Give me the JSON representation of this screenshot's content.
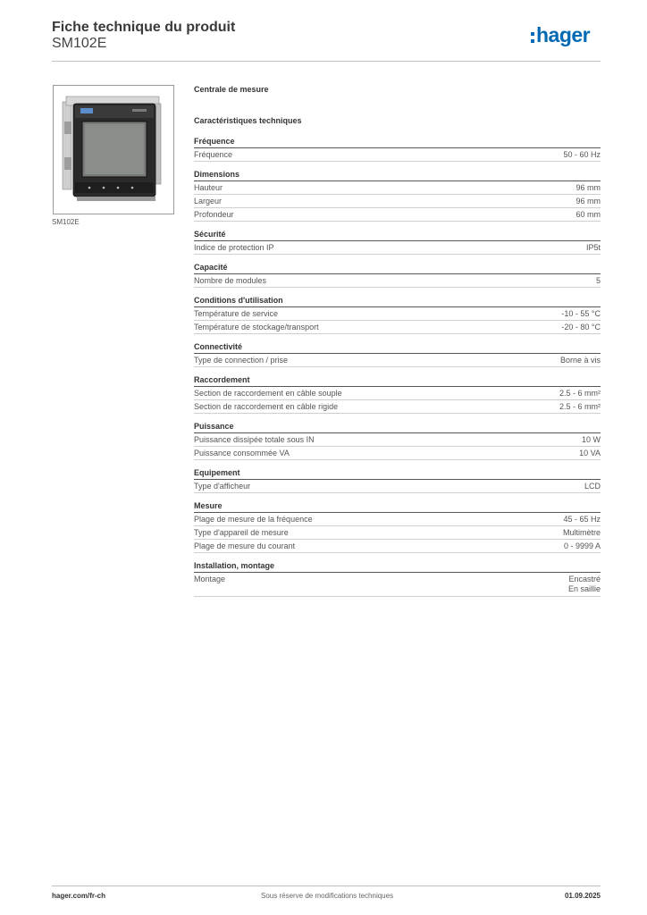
{
  "header": {
    "title": "Fiche technique du produit",
    "subtitle": "SM102E",
    "logo_text": "hager",
    "logo_color": "#0069b4"
  },
  "product": {
    "image_caption": "SM102E",
    "type": "Centrale de mesure",
    "tech_heading": "Caractéristiques techniques"
  },
  "sections": [
    {
      "title": "Fréquence",
      "rows": [
        {
          "label": "Fréquence",
          "value": "50 - 60 Hz"
        }
      ]
    },
    {
      "title": "Dimensions",
      "rows": [
        {
          "label": "Hauteur",
          "value": "96 mm"
        },
        {
          "label": "Largeur",
          "value": "96 mm"
        },
        {
          "label": "Profondeur",
          "value": "60 mm"
        }
      ]
    },
    {
      "title": "Sécurité",
      "rows": [
        {
          "label": "Indice de protection IP",
          "value": "IP5t"
        }
      ]
    },
    {
      "title": "Capacité",
      "rows": [
        {
          "label": "Nombre de modules",
          "value": "5"
        }
      ]
    },
    {
      "title": "Conditions d'utilisation",
      "rows": [
        {
          "label": "Température de service",
          "value": "-10 - 55 °C"
        },
        {
          "label": "Température de stockage/transport",
          "value": "-20 - 80 °C"
        }
      ]
    },
    {
      "title": "Connectivité",
      "rows": [
        {
          "label": "Type de connection / prise",
          "value": "Borne à vis"
        }
      ]
    },
    {
      "title": "Raccordement",
      "rows": [
        {
          "label": "Section de raccordement en câble souple",
          "value": "2.5 - 6 mm²"
        },
        {
          "label": "Section de raccordement en câble rigide",
          "value": "2.5 - 6 mm²"
        }
      ]
    },
    {
      "title": "Puissance",
      "rows": [
        {
          "label": "Puissance dissipée totale sous IN",
          "value": "10 W"
        },
        {
          "label": "Puissance consommée VA",
          "value": "10 VA"
        }
      ]
    },
    {
      "title": "Equipement",
      "rows": [
        {
          "label": "Type d'afficheur",
          "value": "LCD"
        }
      ]
    },
    {
      "title": "Mesure",
      "rows": [
        {
          "label": "Plage de mesure de la fréquence",
          "value": "45 - 65 Hz"
        },
        {
          "label": "Type d'appareil de mesure",
          "value": "Multimètre"
        },
        {
          "label": "Plage de mesure du courant",
          "value": "0 - 9999 A"
        }
      ]
    },
    {
      "title": "Installation, montage",
      "rows": [
        {
          "label": "Montage",
          "value": "Encastré\nEn saillie"
        }
      ]
    }
  ],
  "footer": {
    "website": "hager.com/fr-ch",
    "disclaimer": "Sous réserve de modifications techniques",
    "date": "01.09.2025"
  }
}
